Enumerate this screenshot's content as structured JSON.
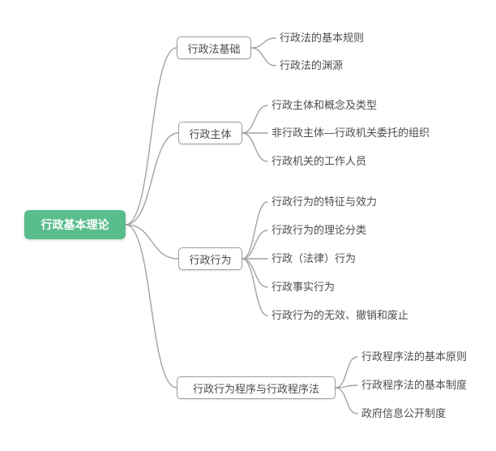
{
  "root": {
    "label": "行政基本理论"
  },
  "branches": [
    {
      "label": "行政法基础",
      "children": [
        "行政法的基本规则",
        "行政法的渊源"
      ]
    },
    {
      "label": "行政主体",
      "children": [
        "行政主体和概念及类型",
        "非行政主体—行政机关委托的组织",
        "行政机关的工作人员"
      ]
    },
    {
      "label": "行政行为",
      "children": [
        "行政行为的特征与效力",
        "行政行为的理论分类",
        "行政（法律）行为",
        "行政事实行为",
        "行政行为的无效、撤销和废止"
      ]
    },
    {
      "label": "行政行为程序与行政程序法",
      "children": [
        "行政程序法的基本原则",
        "行政程序法的基本制度",
        "政府信息公开制度"
      ]
    }
  ],
  "colors": {
    "root_bg": "#5abd8c",
    "root_text": "#ffffff",
    "node_border": "#9d9d9d",
    "connector": "#a3a3a3",
    "text": "#4d4d4d"
  }
}
